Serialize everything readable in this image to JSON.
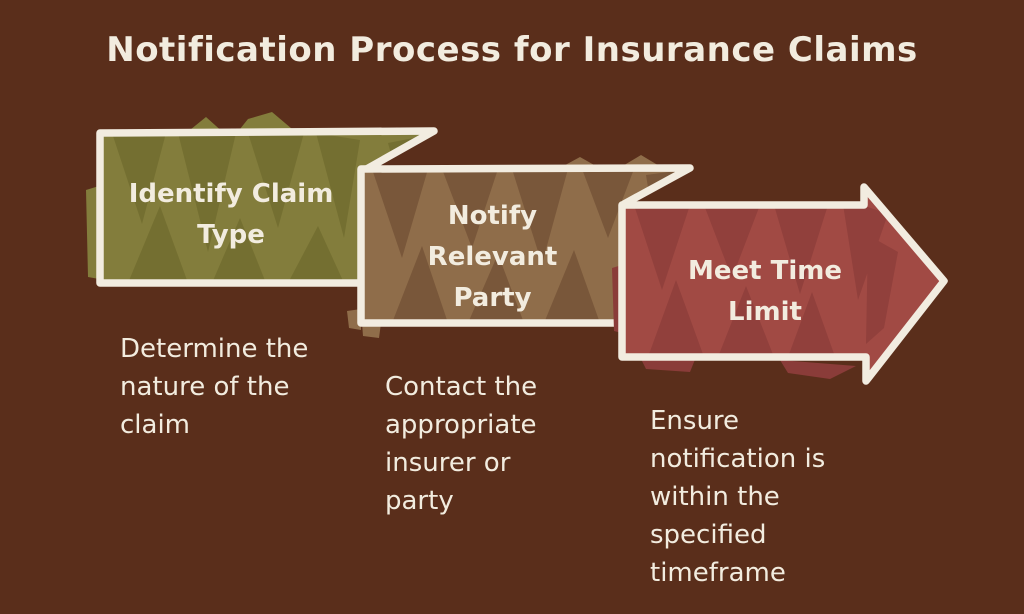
{
  "title": "Notification Process for Insurance Claims",
  "colors": {
    "background": "#5a2e1b",
    "outline": "#f2ece0",
    "text": "#f2ecdf",
    "step1_fill": "#837d3c",
    "step1_dark": "#6a6529",
    "step2_fill": "#8f6d4a",
    "step2_dark": "#6d4c31",
    "step3_fill": "#a14a44",
    "step3_dark": "#8a3c39"
  },
  "steps": [
    {
      "label": "Identify Claim\nType",
      "description": "Determine the\nnature of the\nclaim"
    },
    {
      "label": "Notify\nRelevant\nParty",
      "description": "Contact the\nappropriate\ninsurer or\nparty"
    },
    {
      "label": "Meet Time\nLimit",
      "description": "Ensure\nnotification is\nwithin the\nspecified\ntimeframe"
    }
  ]
}
